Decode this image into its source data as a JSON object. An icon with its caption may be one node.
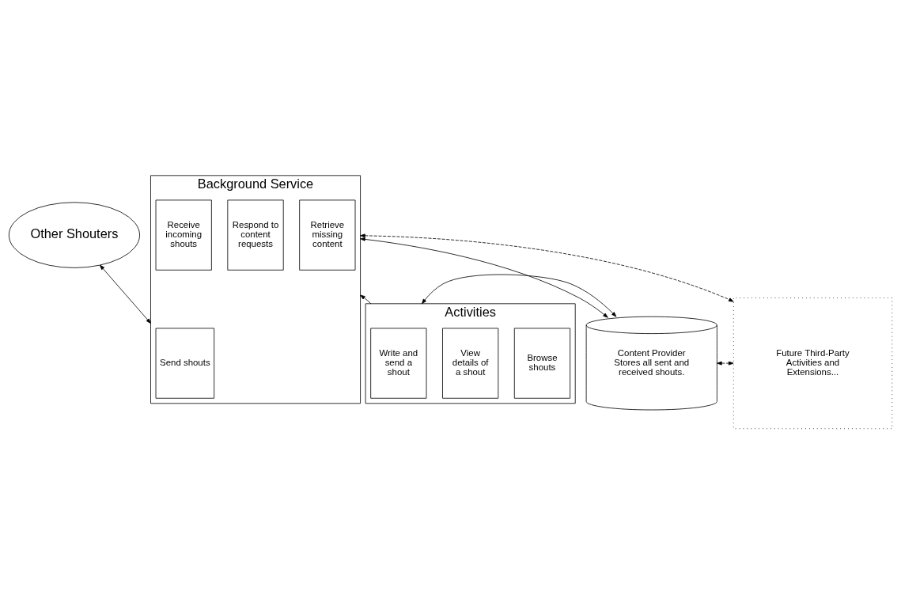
{
  "diagram": {
    "nodes": [
      {
        "text": [
          "Other Shouters"
        ]
      },
      {
        "text": [
          "Background Service"
        ]
      },
      {
        "text": [
          "Receive incoming shouts"
        ],
        "in": 1
      },
      {
        "text": [
          "Send shouts"
        ],
        "in": 1
      },
      {
        "text": [
          "Respond to content requests"
        ],
        "in": 1
      },
      {
        "text": [
          "Retrieve missing content"
        ],
        "in": 1
      },
      {
        "text": [
          "Activities"
        ]
      },
      {
        "text": [
          "Browse shouts"
        ],
        "in": 6
      },
      {
        "text": [
          "View details of a shout"
        ],
        "in": 6
      },
      {
        "text": [
          "Write and send a shout"
        ],
        "in": 6
      },
      {
        "text": [
          "Content Provider",
          "Stores all sent and received shouts."
        ]
      },
      {
        "text": [
          "Future Third-Party Activities and Extensions..."
        ]
      }
    ],
    "edges": [
      {
        "from": 0,
        "to": 1,
        "arrow": "both"
      },
      {
        "from": 6,
        "to": 1,
        "arrow": "to"
      },
      {
        "from": 1,
        "to": 10,
        "arrow": "both"
      },
      {
        "from": 6,
        "to": 10,
        "arrow": "both"
      },
      {
        "from": 1,
        "to": 11,
        "arrow": "both",
        "style": "dashed"
      },
      {
        "from": 10,
        "to": 11,
        "arrow": "both",
        "style": "dashed"
      }
    ]
  }
}
